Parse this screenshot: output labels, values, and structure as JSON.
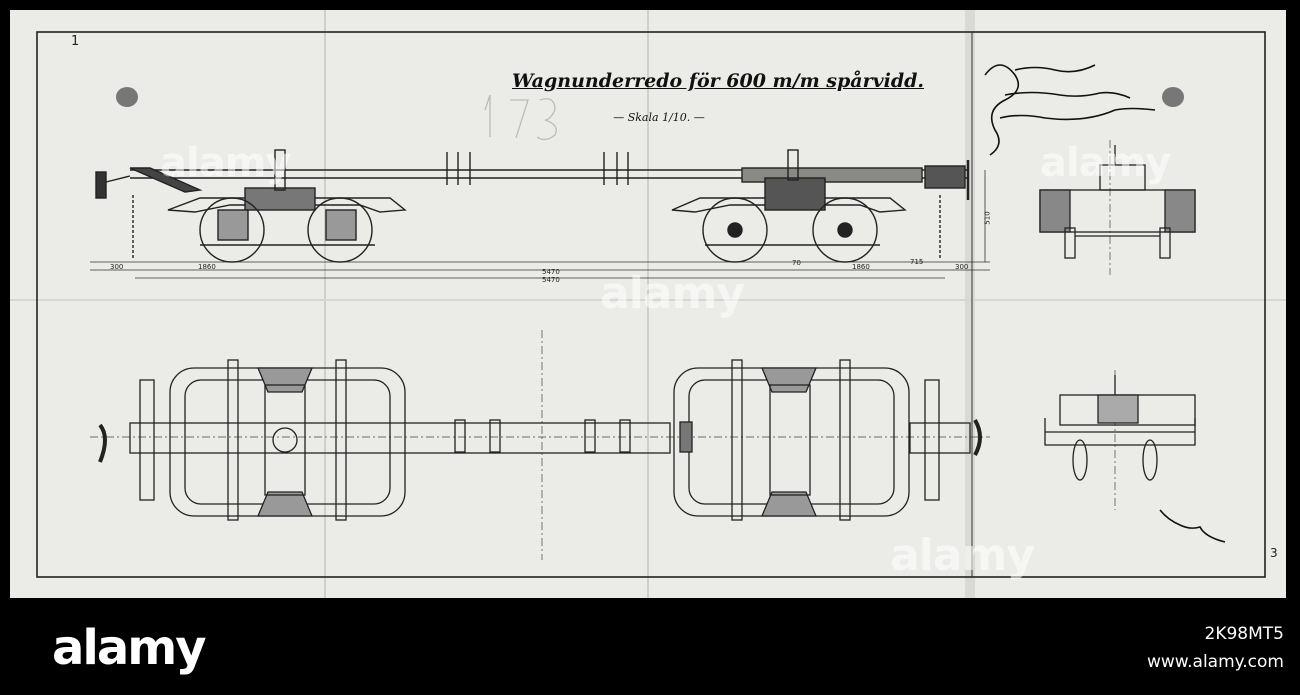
{
  "drawing": {
    "title": "Wagnunderredo för 600 m/m spårvidd.",
    "scale": "— Skala 1/10. —",
    "sheet_mark": "1",
    "corner_mark": "3",
    "dimensions": {
      "d_300_left": "300",
      "d_1860": "1860",
      "d_5470_a": "5470",
      "d_5470_b": "5470",
      "d_70": "70",
      "d_1860_right": "1860",
      "d_715": "715",
      "d_300_right": "300",
      "d_510": "510"
    }
  },
  "watermarks": {
    "text": "alamy"
  },
  "footer": {
    "logo": "alamy",
    "image_id": "2K98MT5",
    "url": "www.alamy.com"
  }
}
